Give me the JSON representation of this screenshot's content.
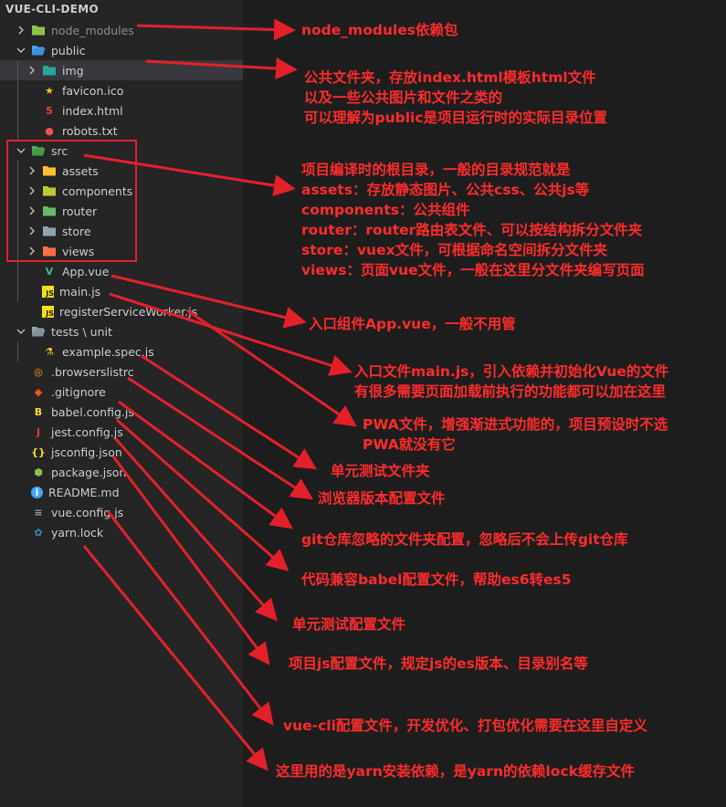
{
  "explorer": {
    "title": "VUE-CLI-DEMO",
    "items": [
      {
        "label": "node_modules",
        "kind": "folder",
        "state": "closed",
        "icon": "node-modules-folder-icon",
        "color": "#8bc34a"
      },
      {
        "label": "public",
        "kind": "folder",
        "state": "open",
        "icon": "public-folder-icon",
        "color": "#42a5f5"
      },
      {
        "label": "img",
        "kind": "folder",
        "state": "closed",
        "icon": "image-folder-icon",
        "color": "#26a69a"
      },
      {
        "label": "favicon.ico",
        "kind": "file",
        "icon": "star-icon",
        "color": "#fbc02d"
      },
      {
        "label": "index.html",
        "kind": "file",
        "icon": "html5-icon",
        "color": "#e44d26"
      },
      {
        "label": "robots.txt",
        "kind": "file",
        "icon": "robot-icon",
        "color": "#ef5350"
      },
      {
        "label": "src",
        "kind": "folder",
        "state": "open",
        "icon": "src-folder-icon",
        "color": "#4caf50"
      },
      {
        "label": "assets",
        "kind": "folder",
        "state": "closed",
        "icon": "assets-folder-icon",
        "color": "#fbc02d"
      },
      {
        "label": "components",
        "kind": "folder",
        "state": "closed",
        "icon": "components-folder-icon",
        "color": "#c0ca33"
      },
      {
        "label": "router",
        "kind": "folder",
        "state": "closed",
        "icon": "router-folder-icon",
        "color": "#66bb6a"
      },
      {
        "label": "store",
        "kind": "folder",
        "state": "closed",
        "icon": "folder-icon",
        "color": "#90a4ae"
      },
      {
        "label": "views",
        "kind": "folder",
        "state": "closed",
        "icon": "views-folder-icon",
        "color": "#ff7043"
      },
      {
        "label": "App.vue",
        "kind": "file",
        "icon": "vue-icon",
        "color": "#41b883"
      },
      {
        "label": "main.js",
        "kind": "file",
        "icon": "javascript-icon",
        "color": "#f5de19"
      },
      {
        "label": "registerServiceWorker.js",
        "kind": "file",
        "icon": "javascript-icon",
        "color": "#f5de19"
      },
      {
        "label": "tests \\ unit",
        "kind": "folder",
        "state": "open",
        "icon": "folder-open-icon",
        "color": "#90a4ae"
      },
      {
        "label": "example.spec.js",
        "kind": "file",
        "icon": "flask-icon",
        "color": "#fbc02d"
      },
      {
        "label": ".browserslistrc",
        "kind": "file",
        "icon": "browserslist-icon",
        "color": "#f9a825"
      },
      {
        "label": ".gitignore",
        "kind": "file",
        "icon": "git-icon",
        "color": "#f4511e"
      },
      {
        "label": "babel.config.js",
        "kind": "file",
        "icon": "babel-icon",
        "color": "#f9dc3e"
      },
      {
        "label": "jest.config.js",
        "kind": "file",
        "icon": "jest-icon",
        "color": "#e53935"
      },
      {
        "label": "jsconfig.json",
        "kind": "file",
        "icon": "jsconfig-icon",
        "color": "#f5de19"
      },
      {
        "label": "package.json",
        "kind": "file",
        "icon": "nodejs-icon",
        "color": "#8bc34a"
      },
      {
        "label": "README.md",
        "kind": "file",
        "icon": "info-icon",
        "color": "#42a5f5"
      },
      {
        "label": "vue.config.js",
        "kind": "file",
        "icon": "vue-config-icon",
        "color": "#90a4ae"
      },
      {
        "label": "yarn.lock",
        "kind": "file",
        "icon": "yarn-icon",
        "color": "#2c8ebb"
      }
    ]
  },
  "annotations": [
    {
      "lines": [
        "node_modules依赖包"
      ]
    },
    {
      "lines": [
        "公共文件夹，存放index.html模板html文件",
        "以及一些公共图片和文件之类的",
        "可以理解为public是项目运行时的实际目录位置"
      ]
    },
    {
      "lines": [
        "项目编译时的根目录，一般的目录规范就是",
        "assets：存放静态图片、公共css、公共js等",
        "components：公共组件",
        "router：router路由表文件、可以按结构拆分文件夹",
        "store：vuex文件，可根据命名空间拆分文件夹",
        "views：页面vue文件，一般在这里分文件夹编写页面"
      ]
    },
    {
      "lines": [
        "入口组件App.vue，一般不用管"
      ]
    },
    {
      "lines": [
        "入口文件main.js，引入依赖并初始化Vue的文件",
        "有很多需要页面加载前执行的功能都可以加在这里"
      ]
    },
    {
      "lines": [
        "PWA文件，增强渐进式功能的，项目预设时不选",
        "PWA就没有它"
      ]
    },
    {
      "lines": [
        "单元测试文件夹"
      ]
    },
    {
      "lines": [
        "浏览器版本配置文件"
      ]
    },
    {
      "lines": [
        "git仓库忽略的文件夹配置，忽略后不会上传git仓库"
      ]
    },
    {
      "lines": [
        "代码兼容babel配置文件，帮助es6转es5"
      ]
    },
    {
      "lines": [
        "单元测试配置文件"
      ]
    },
    {
      "lines": [
        "项目js配置文件，规定js的es版本、目录别名等"
      ]
    },
    {
      "lines": [
        "vue-cli配置文件，开发优化、打包优化需要在这里自定义"
      ]
    },
    {
      "lines": [
        "这里用的是yarn安装依赖，是yarn的依赖lock缓存文件"
      ]
    }
  ],
  "colors": {
    "annotation": "#ff2b2b",
    "sidebar": "#252526",
    "editor": "#1e1e1e",
    "selected": "#37373d"
  }
}
